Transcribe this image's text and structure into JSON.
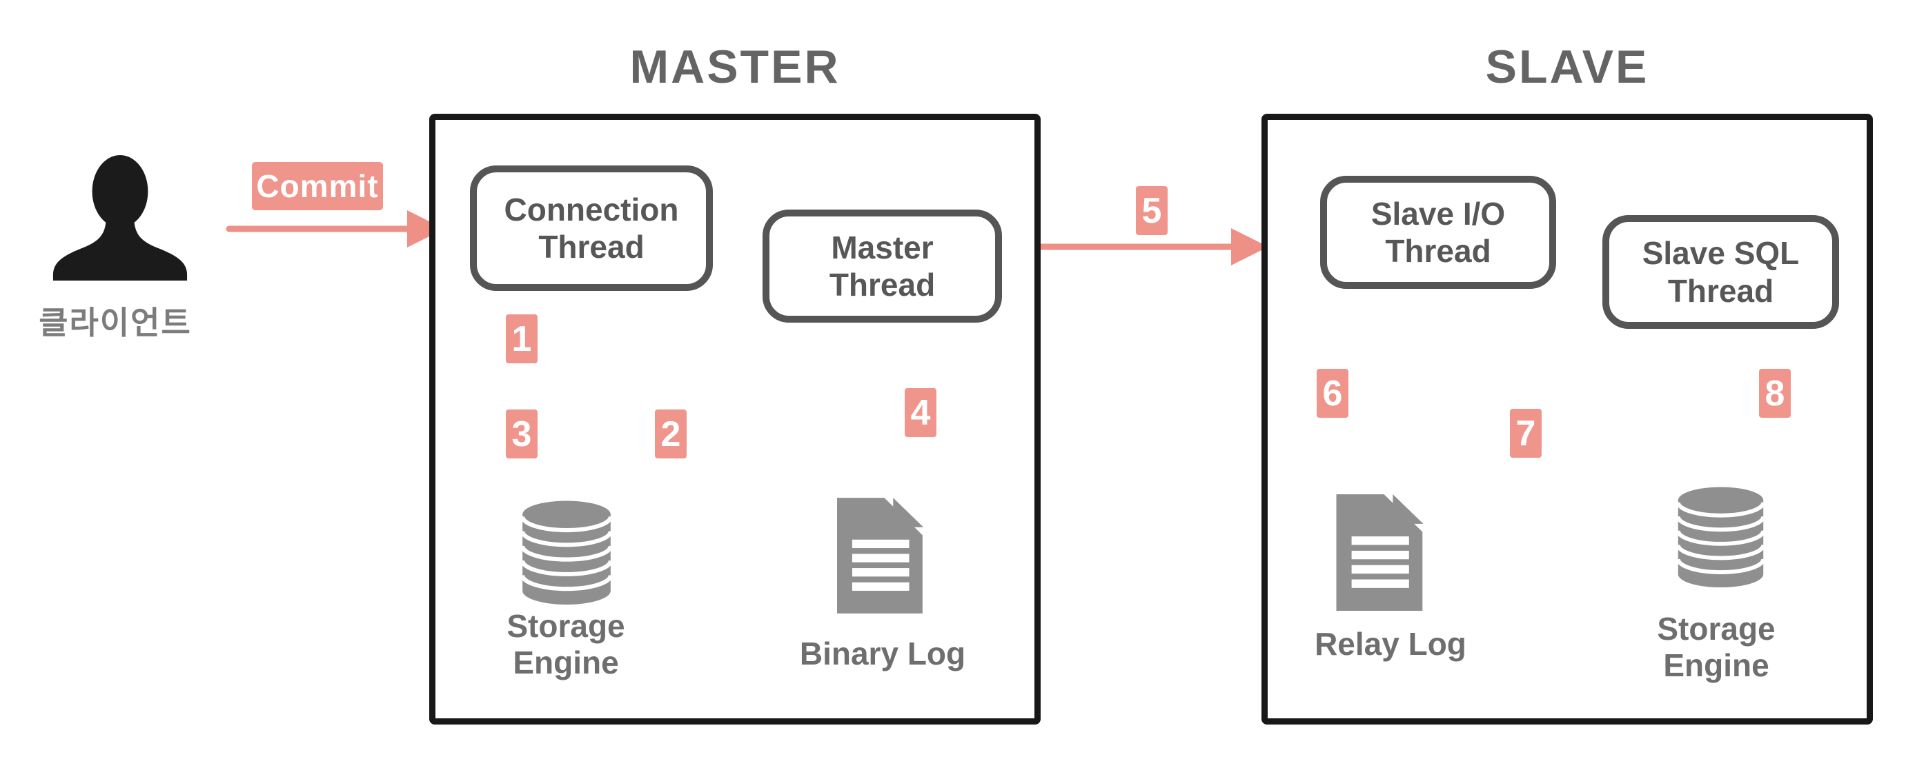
{
  "client": {
    "label": "클라이언트"
  },
  "commit": {
    "label": "Commit"
  },
  "master": {
    "title": "MASTER",
    "connection_thread": {
      "line1": "Connection",
      "line2": "Thread"
    },
    "master_thread": {
      "line1": "Master",
      "line2": "Thread"
    },
    "storage_engine": {
      "line1": "Storage",
      "line2": "Engine"
    },
    "binary_log": "Binary Log"
  },
  "slave": {
    "title": "SLAVE",
    "io_thread": {
      "line1": "Slave I/O",
      "line2": "Thread"
    },
    "sql_thread": {
      "line1": "Slave SQL",
      "line2": "Thread"
    },
    "relay_log": "Relay Log",
    "storage_engine": {
      "line1": "Storage",
      "line2": "Engine"
    }
  },
  "steps": {
    "s1": "1",
    "s2": "2",
    "s3": "3",
    "s4": "4",
    "s5": "5",
    "s6": "6",
    "s7": "7",
    "s8": "8"
  },
  "colors": {
    "accent_arrow": "#ee9086",
    "badge": "#ef958b",
    "icon_gray": "#8f8f8f",
    "text_gray": "#575757",
    "label_gray": "#6e6e6e",
    "title_gray": "#646464",
    "outer_border": "#181818",
    "silhouette": "#1b1b1b"
  }
}
